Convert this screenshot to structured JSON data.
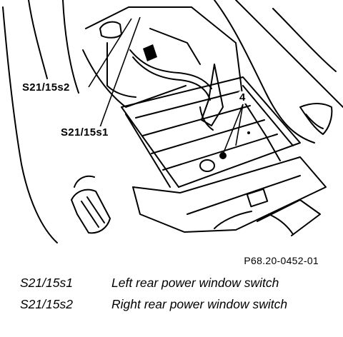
{
  "callouts": {
    "s2": "S21/15s2",
    "s1": "S21/15s1",
    "num": "4"
  },
  "figure_code": "P68.20-0452-01",
  "legend": [
    {
      "code": "S21/15s1",
      "desc": "Left rear power window switch"
    },
    {
      "code": "S21/15s2",
      "desc": "Right rear power window switch"
    }
  ]
}
